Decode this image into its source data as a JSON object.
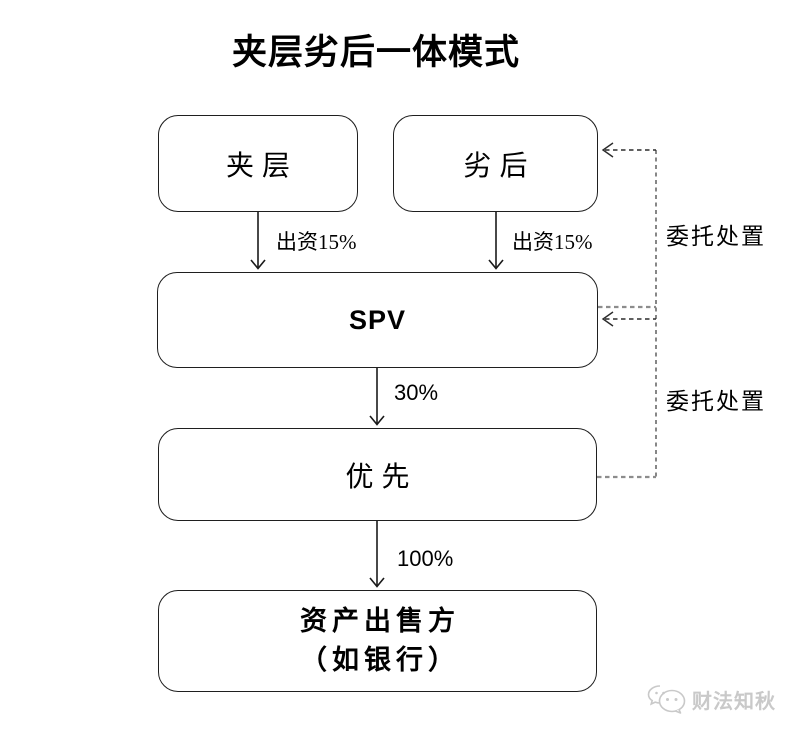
{
  "title": "夹层劣后一体模式",
  "nodes": [
    {
      "id": "jiaceng",
      "label": "夹层"
    },
    {
      "id": "liehou",
      "label": "劣后"
    },
    {
      "id": "spv",
      "label": "SPV"
    },
    {
      "id": "youxian",
      "label": "优先"
    },
    {
      "id": "seller",
      "label_line1": "资产出售方",
      "label_line2": "（如银行）"
    }
  ],
  "edge_labels": {
    "jiaceng_to_spv": "出资15%",
    "liehou_to_spv": "出资15%",
    "spv_to_youxian": "30%",
    "youxian_to_seller": "100%",
    "entrust_top": "委托处置",
    "entrust_bottom": "委托处置"
  },
  "watermark": {
    "text": "财法知秋",
    "icon": "chat-bubbles-icon"
  },
  "colors": {
    "solid_line": "#1a1a1a",
    "box_border": "#1f1f1f",
    "dashed_gray": "#8c8c8c",
    "dashed_dark": "#3a3a3a",
    "watermark_gray": "#c9c9c9"
  }
}
